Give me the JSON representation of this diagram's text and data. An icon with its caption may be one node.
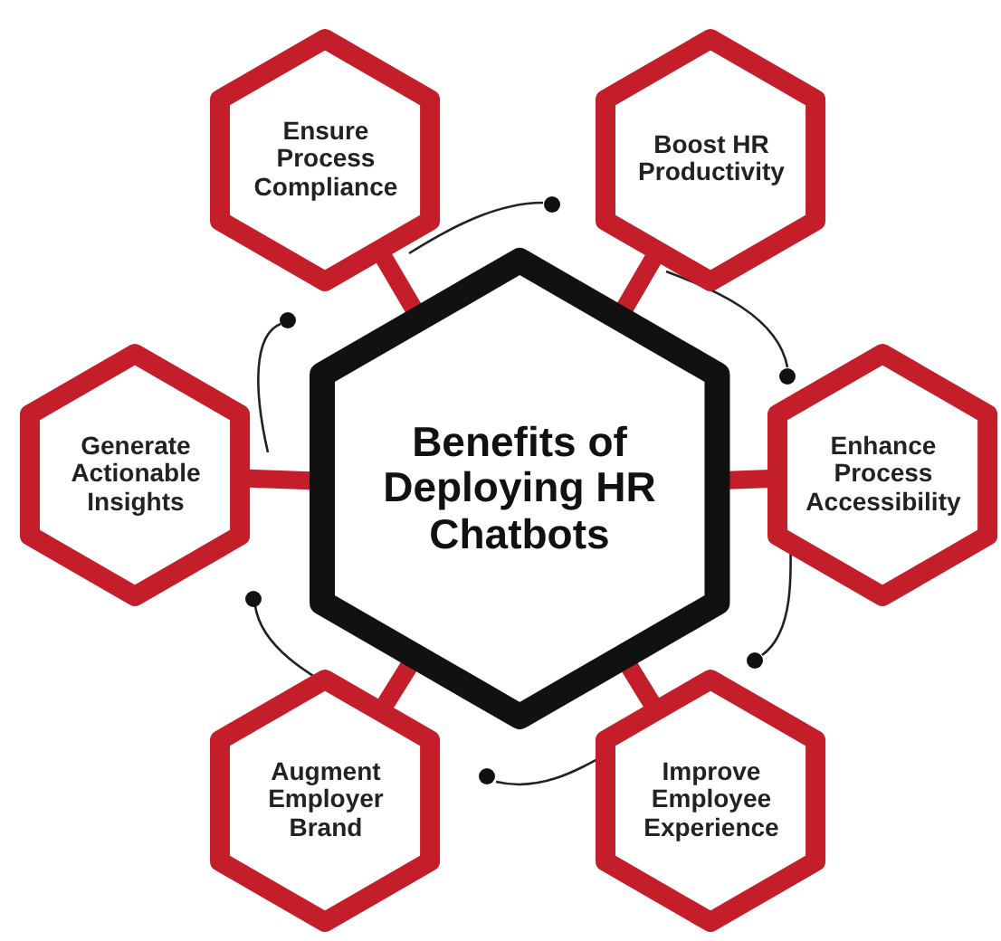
{
  "diagram": {
    "nodes": [
      {
        "text": [
          "Benefits of Deploying HR Chatbots"
        ]
      },
      {
        "text": [
          "Ensure Process Compliance"
        ]
      },
      {
        "text": [
          "Boost HR Productivity"
        ]
      },
      {
        "text": [
          "Generate Actionable Insights"
        ]
      },
      {
        "text": [
          "Enhance Process Accessibility"
        ]
      },
      {
        "text": [
          "Augment Employer Brand"
        ]
      },
      {
        "text": [
          "Improve Employee Experience"
        ]
      }
    ],
    "edges": [
      {
        "from": 1,
        "to": 0,
        "arrow": "none"
      },
      {
        "from": 2,
        "to": 0,
        "arrow": "none"
      },
      {
        "from": 3,
        "to": 0,
        "arrow": "none"
      },
      {
        "from": 4,
        "to": 0,
        "arrow": "none"
      },
      {
        "from": 5,
        "to": 0,
        "arrow": "none"
      },
      {
        "from": 6,
        "to": 0,
        "arrow": "none"
      }
    ]
  }
}
